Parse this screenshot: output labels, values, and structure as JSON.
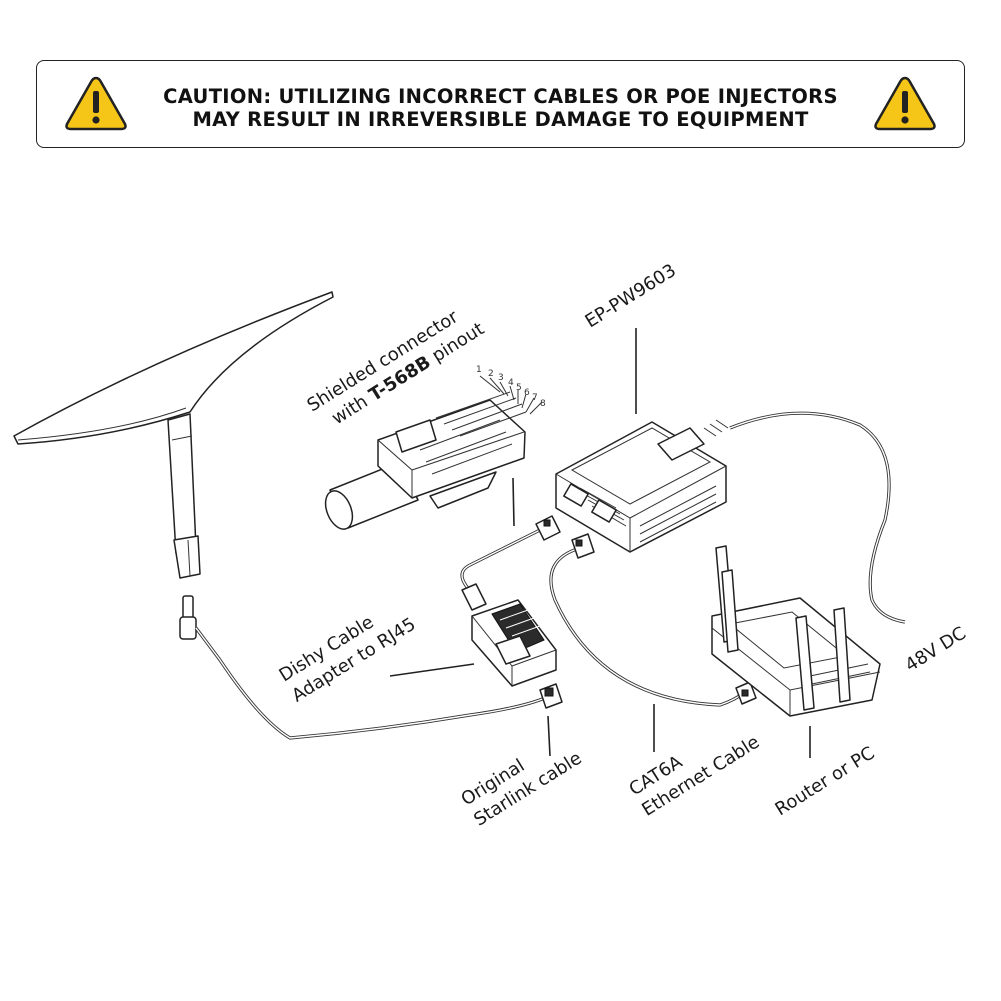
{
  "caution": {
    "line1": "CAUTION: UTILIZING INCORRECT CABLES OR POE INJECTORS",
    "line2": "MAY RESULT IN IRREVERSIBLE DAMAGE TO EQUIPMENT",
    "icon": "warning-triangle-icon",
    "accent_color": "#F5C518"
  },
  "labels": {
    "connector_line1": "Shielded connector",
    "connector_line2_prefix": "with ",
    "connector_line2_bold": "T-568B",
    "connector_line2_suffix": " pinout",
    "injector": "EP-PW9603",
    "dishy_line1": "Dishy Cable",
    "dishy_line2": "Adapter to RJ45",
    "starlink_line1": "Original",
    "starlink_line2": "Starlink cable",
    "cat6a_line1": "CAT6A",
    "cat6a_line2": "Ethernet Cable",
    "router": "Router or PC",
    "power": "48V DC"
  },
  "pins": [
    "1",
    "2",
    "3",
    "4",
    "5",
    "6",
    "7",
    "8"
  ]
}
